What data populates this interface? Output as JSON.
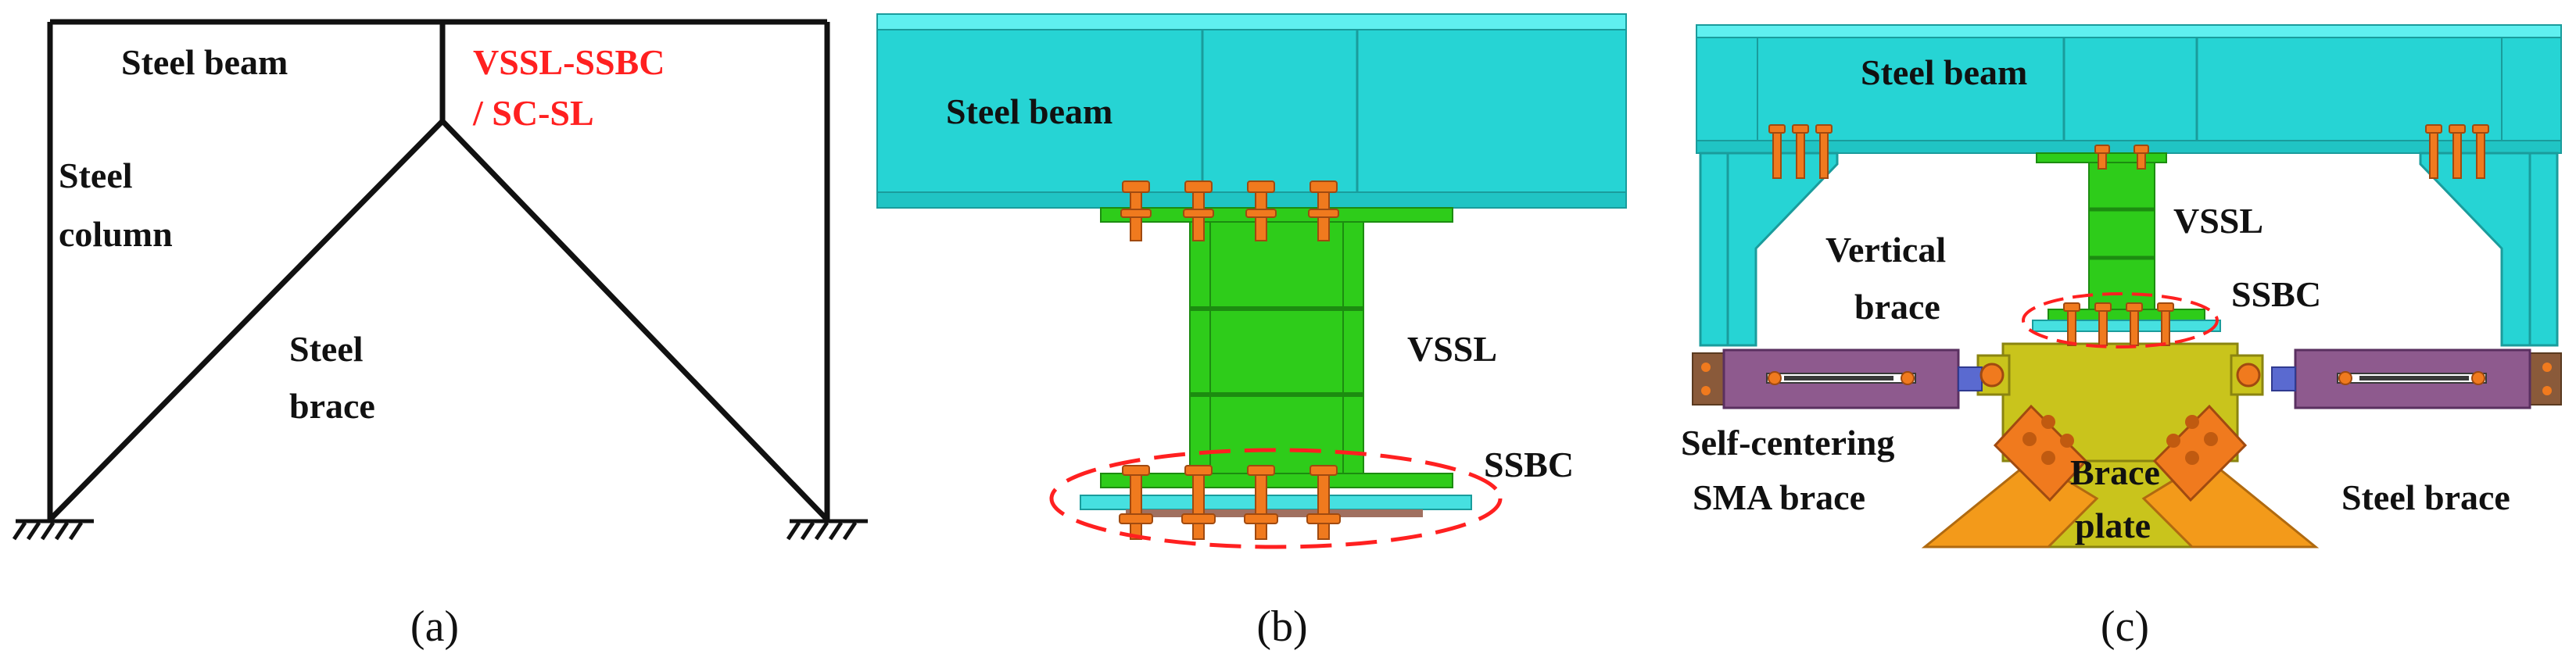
{
  "panel_a": {
    "labels": {
      "steel_beam": "Steel beam",
      "vssl_ssbc_1": "VSSL-SSBC",
      "vssl_ssbc_2": "/ SC-SL",
      "steel_column_1": "Steel",
      "steel_column_2": "column",
      "steel_brace_1": "Steel",
      "steel_brace_2": "brace"
    },
    "caption": "(a)"
  },
  "panel_b": {
    "labels": {
      "steel_beam": "Steel beam",
      "vssl": "VSSL",
      "ssbc": "SSBC"
    },
    "caption": "(b)"
  },
  "panel_c": {
    "labels": {
      "steel_beam": "Steel beam",
      "vssl": "VSSL",
      "vertical_brace_1": "Vertical",
      "vertical_brace_2": "brace",
      "ssbc": "SSBC",
      "sc_sma_1": "Self-centering",
      "sc_sma_2": "SMA brace",
      "brace_plate_1": "Brace",
      "brace_plate_2": "plate",
      "steel_brace": "Steel brace"
    },
    "caption": "(c)"
  },
  "colors": {
    "beam_cyan": "#26d4d4",
    "link_green": "#2ecc1a",
    "bolt_orange": "#f07a1e",
    "highlight_red": "#ff2020",
    "sma_purple": "#8e5a8e",
    "brace_orange": "#f39a1a",
    "plate_yellow": "#c9c41c"
  }
}
